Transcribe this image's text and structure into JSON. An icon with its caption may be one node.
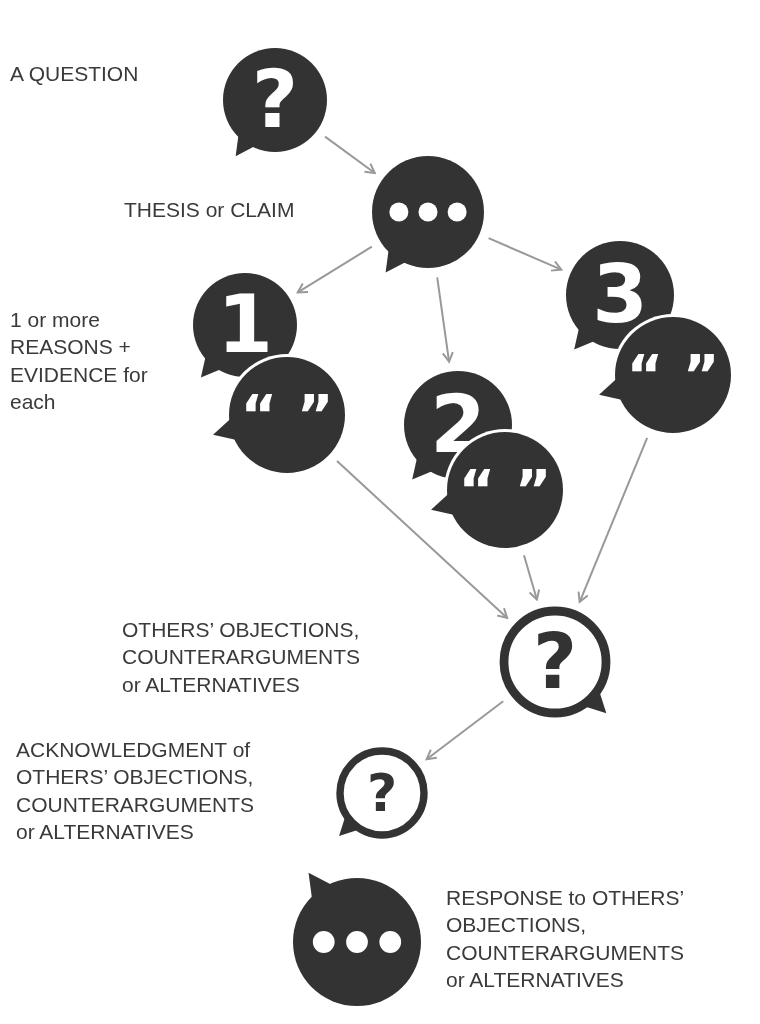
{
  "diagram": {
    "nodes": [
      {
        "text": [
          "?"
        ]
      },
      {
        "text": [],
        "shape": "bubble"
      },
      {
        "text": [
          "1"
        ]
      },
      {
        "text": [
          "“ ”"
        ]
      },
      {
        "text": [
          "2"
        ]
      },
      {
        "text": [
          "“ ”"
        ]
      },
      {
        "text": [
          "3"
        ]
      },
      {
        "text": [
          "“ ”"
        ]
      },
      {
        "text": [
          "?"
        ]
      },
      {
        "text": [
          "?"
        ]
      },
      {
        "text": [],
        "shape": "bubble"
      }
    ],
    "edges": [
      {
        "from": 0,
        "to": 1,
        "arrow": "to"
      },
      {
        "from": 1,
        "to": 2,
        "arrow": "to"
      },
      {
        "from": 1,
        "to": 4,
        "arrow": "to"
      },
      {
        "from": 1,
        "to": 6,
        "arrow": "to"
      },
      {
        "from": 3,
        "to": 8,
        "arrow": "to"
      },
      {
        "from": 5,
        "to": 8,
        "arrow": "to"
      },
      {
        "from": 7,
        "to": 8,
        "arrow": "to"
      },
      {
        "from": 8,
        "to": 9,
        "arrow": "to"
      }
    ],
    "labels": [
      "A QUESTION",
      "THESIS or CLAIM",
      "1 or more REASONS + EVIDENCE for each",
      "OTHERS’ OBJECTIONS, COUNTERARGUMENTS or ALTERNATIVES",
      "ACKNOWLEDGMENT of OTHERS’ OBJECTIONS, COUNTERARGUMENTS or ALTERNATIVES",
      "RESPONSE to OTHERS’ OBJECTIONS, COUNTERARGUMENTS or ALTERNATIVES"
    ]
  }
}
